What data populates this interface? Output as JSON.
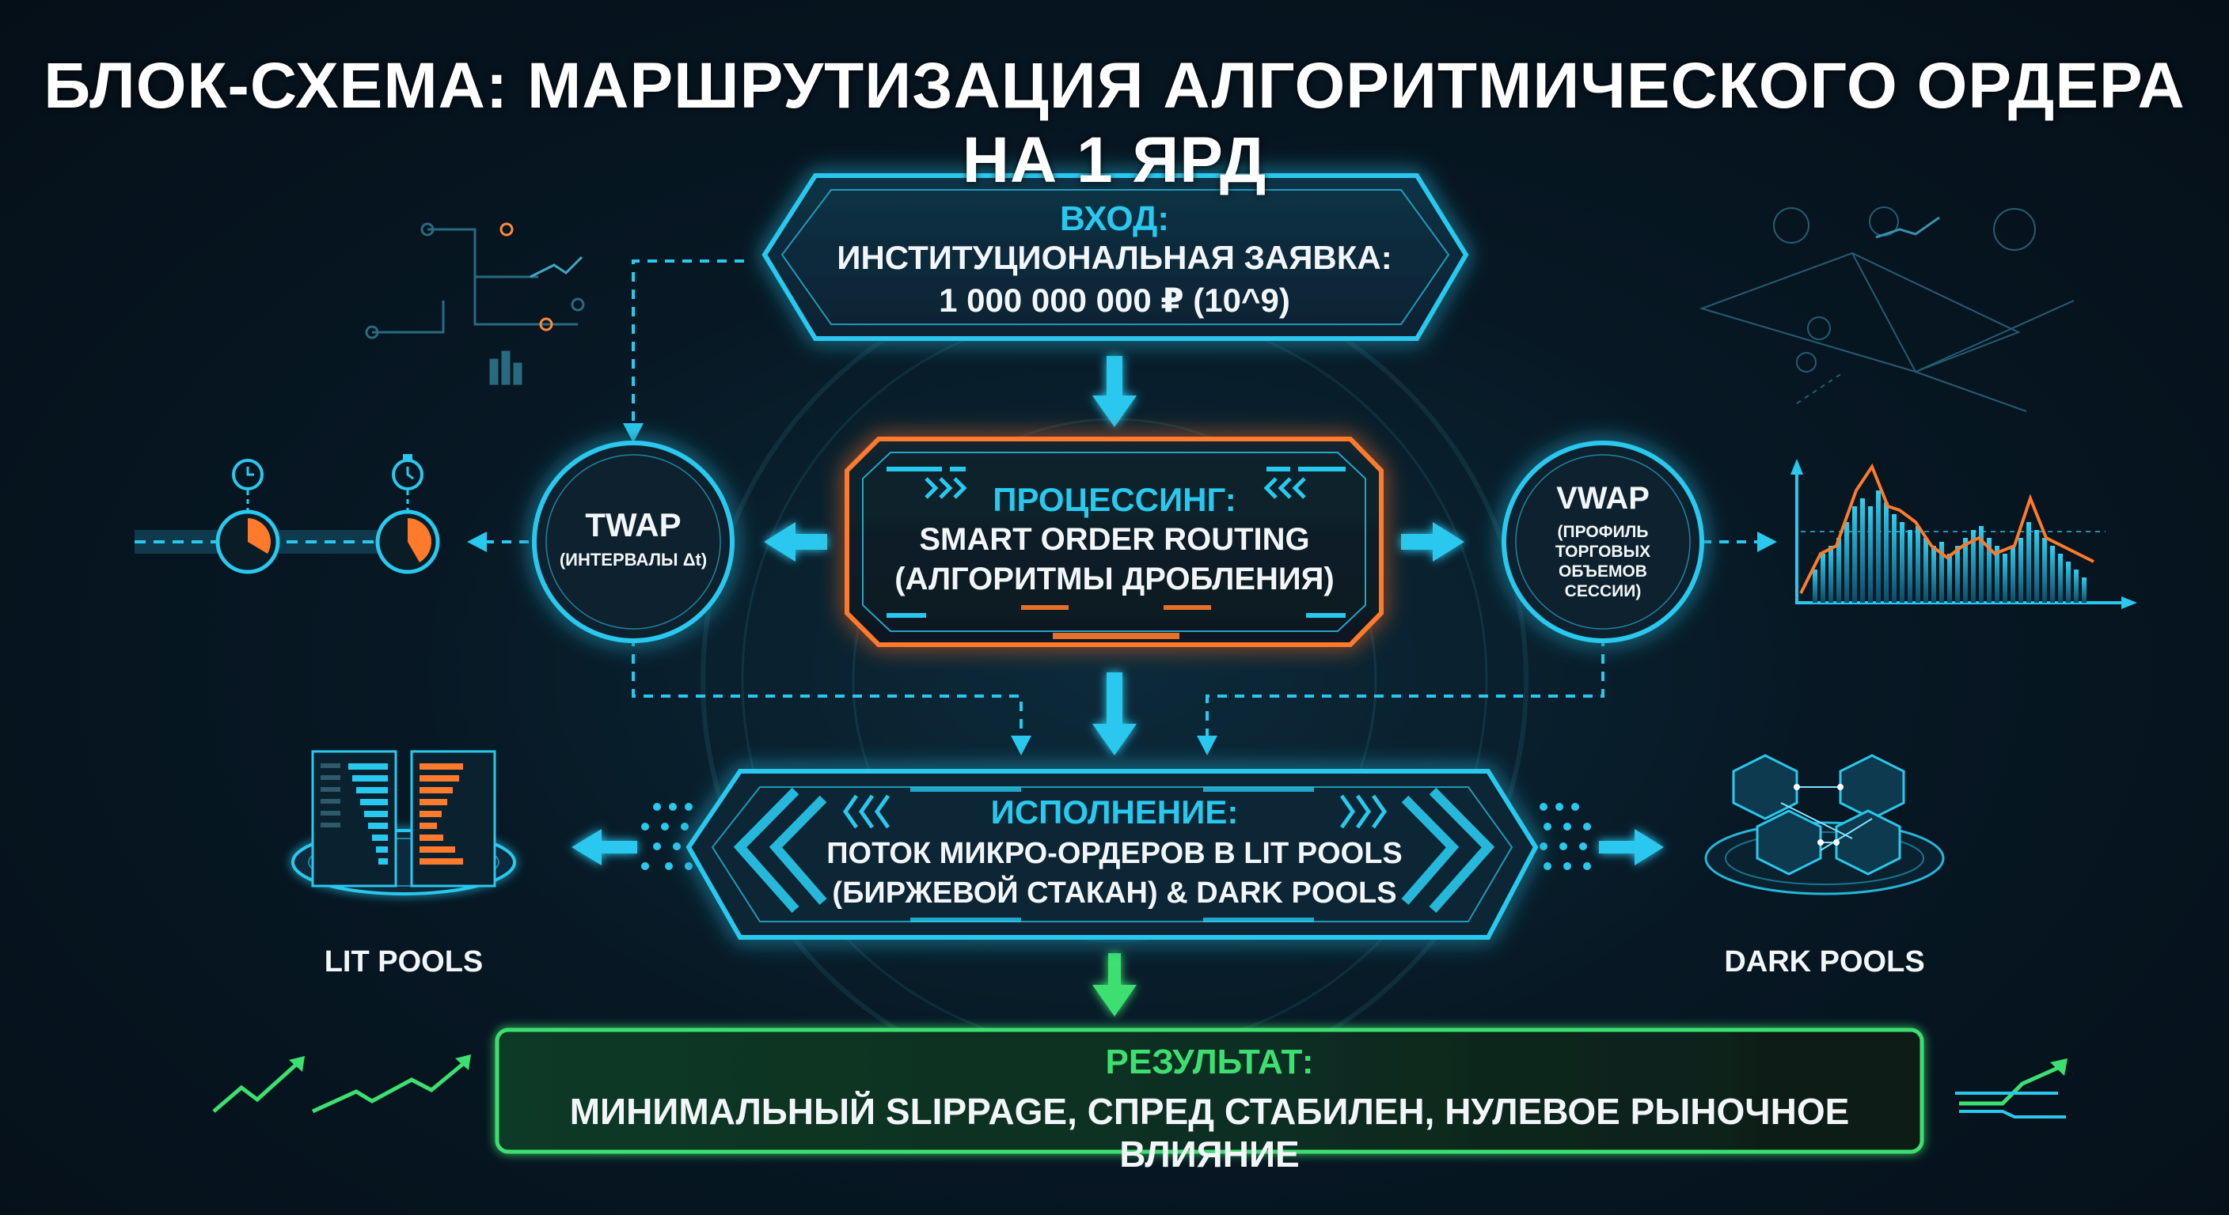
{
  "title": "БЛОК-СХЕМА: МАРШРУТИЗАЦИЯ АЛГОРИТМИЧЕСКОГО ОРДЕРА НА 1 ЯРД",
  "input": {
    "heading": "ВХОД:",
    "line1": "ИНСТИТУЦИОНАЛЬНАЯ ЗАЯВКА:",
    "line2": "1 000 000 000 ₽ (10^9)"
  },
  "processing": {
    "heading": "ПРОЦЕССИНГ:",
    "line1": "SMART ORDER ROUTING",
    "line2": "(АЛГОРИТМЫ ДРОБЛЕНИЯ)"
  },
  "twap": {
    "title": "TWAP",
    "subtitle": "(ИНТЕРВАЛЫ Δt)"
  },
  "vwap": {
    "title": "VWAP",
    "lines": [
      "(ПРОФИЛЬ",
      "ТОРГОВЫХ",
      "ОБЪЕМОВ",
      "СЕССИИ)"
    ]
  },
  "execution": {
    "heading": "ИСПОЛНЕНИЕ:",
    "line1": "ПОТОК МИКРО-ОРДЕРОВ В LIT POOLS",
    "line2": "(БИРЖЕВОЙ СТАКАН) & DARK POOLS"
  },
  "lit_pools": {
    "label": "LIT POOLS"
  },
  "dark_pools": {
    "label": "DARK POOLS"
  },
  "result": {
    "heading": "РЕЗУЛЬТАТ:",
    "line1": "МИНИМАЛЬНЫЙ SLIPPAGE, СПРЕД СТАБИЛЕН, НУЛЕВОЕ РЫНОЧНОЕ ВЛИЯНИЕ"
  },
  "colors": {
    "cyan": "#29c8ee",
    "orange": "#ff7a2a",
    "green": "#3de070",
    "background": "#071824"
  },
  "icons": [
    "clock-icon",
    "stopwatch-icon",
    "order-book-icon",
    "dark-pool-cubes-icon",
    "volume-chart-icon",
    "trend-up-icon",
    "dollar-coin-icon"
  ]
}
